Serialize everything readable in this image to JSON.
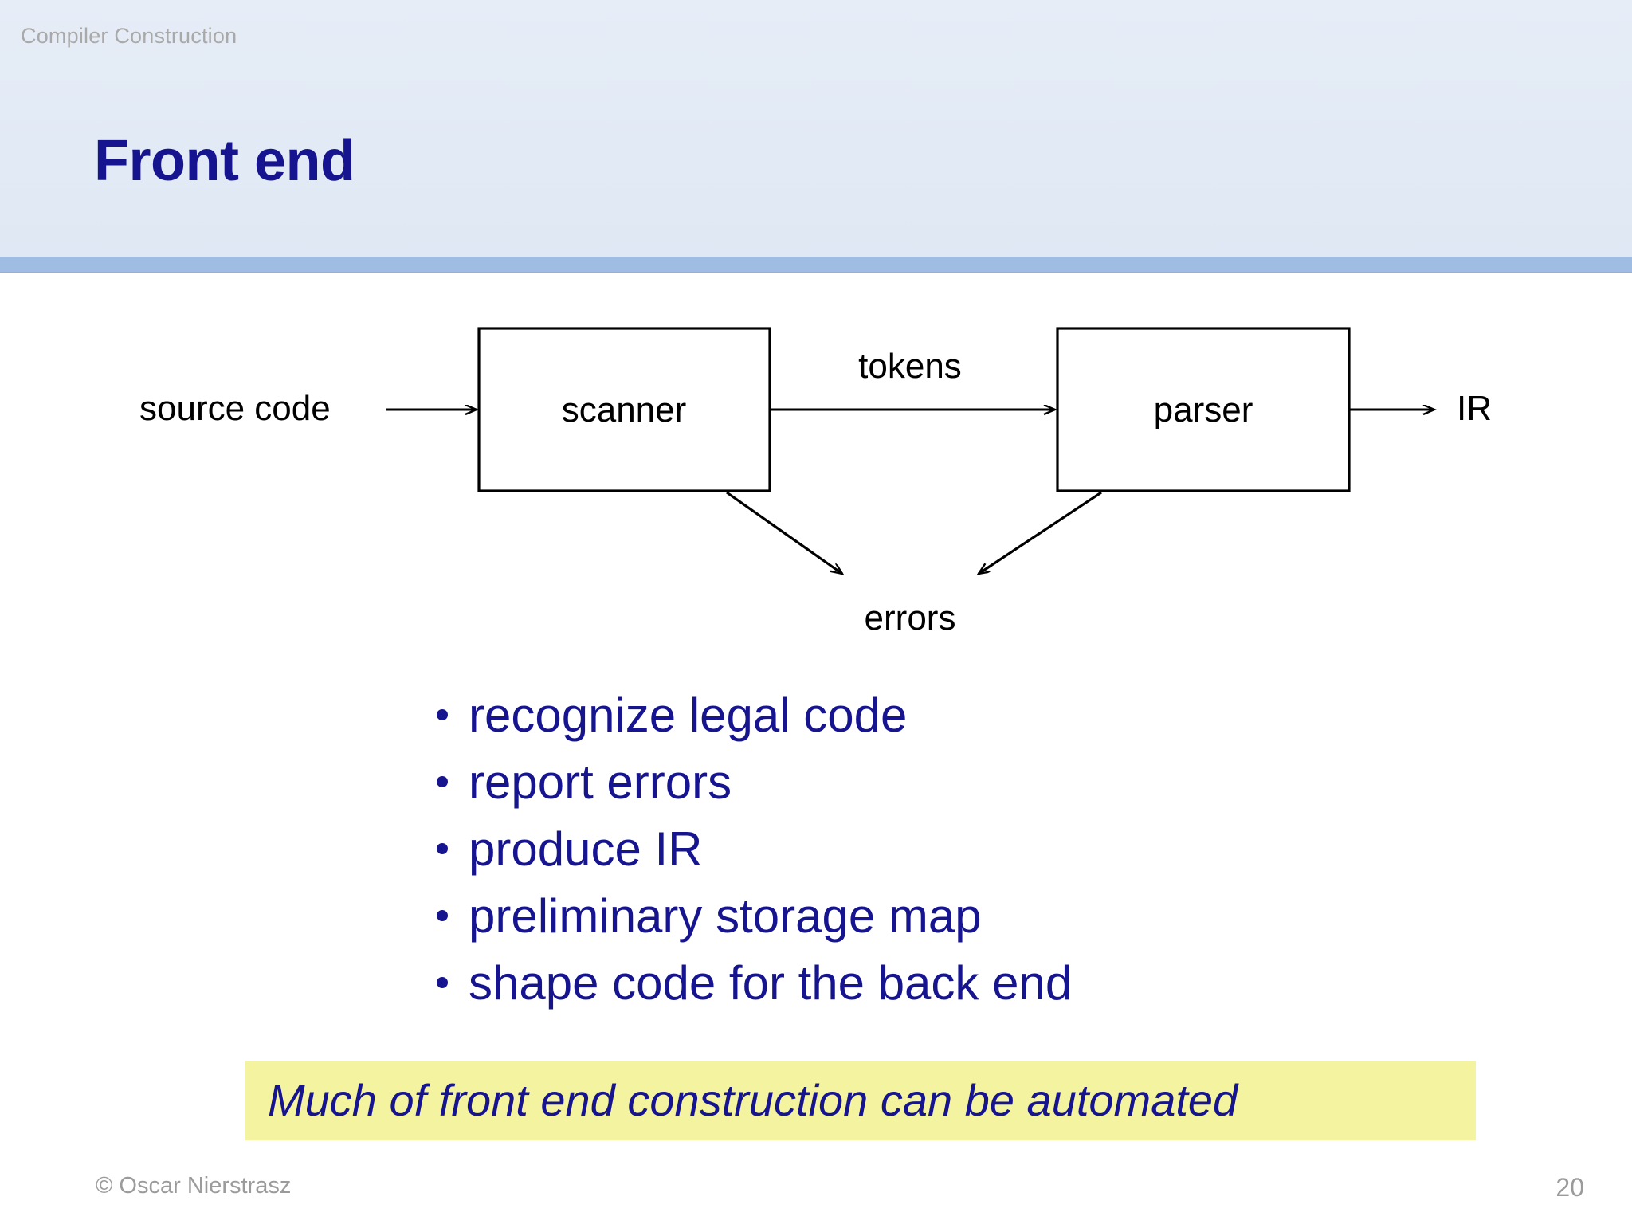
{
  "slide": {
    "course_label": "Compiler Construction",
    "title": "Front end",
    "page_number": "20",
    "copyright": "© Oscar Nierstrasz",
    "colors": {
      "header_background": "#e2eaf5",
      "header_rule": "#9fbde3",
      "title_blue": "#16158f",
      "body_blue": "#16158f",
      "muted_gray": "#9b9b9b",
      "highlight_yellow": "#f4f4a0",
      "diagram_stroke": "#000000"
    }
  },
  "diagram": {
    "type": "flow",
    "nodes": [
      {
        "id": "scanner",
        "label": "scanner",
        "shape": "rectangle"
      },
      {
        "id": "parser",
        "label": "parser",
        "shape": "rectangle"
      }
    ],
    "labels": {
      "source_code": "source code",
      "tokens": "tokens",
      "ir": "IR",
      "errors": "errors"
    },
    "edges": [
      {
        "from": "source code",
        "to": "scanner",
        "label": ""
      },
      {
        "from": "scanner",
        "to": "parser",
        "label": "tokens"
      },
      {
        "from": "parser",
        "to": "IR",
        "label": ""
      },
      {
        "from": "scanner",
        "to": "errors",
        "label": ""
      },
      {
        "from": "parser",
        "to": "errors",
        "label": ""
      }
    ]
  },
  "bullets": [
    {
      "text": "recognize legal code"
    },
    {
      "text": "report errors"
    },
    {
      "text": "produce IR"
    },
    {
      "text": "preliminary storage map"
    },
    {
      "text": "shape code for the back end"
    }
  ],
  "callout": {
    "text": "Much of front end construction can be automated"
  }
}
